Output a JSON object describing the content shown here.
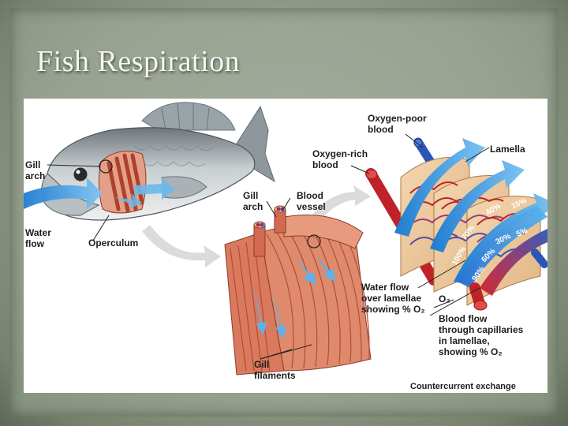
{
  "slide": {
    "title": "Fish Respiration"
  },
  "labels": {
    "gill_arch_left": "Gill\narch",
    "water_flow": "Water\nflow",
    "operculum": "Operculum",
    "gill_arch_mid": "Gill\narch",
    "blood_vessel": "Blood\nvessel",
    "gill_filaments": "Gill\nfilaments",
    "oxygen_poor": "Oxygen-poor\nblood",
    "oxygen_rich": "Oxygen-rich\nblood",
    "lamella": "Lamella",
    "water_flow_lamellae": "Water flow\nover lamellae\nshowing % O₂",
    "blood_flow": "Blood flow\nthrough capillaries\nin lamellae,\nshowing % O₂",
    "o2": "O₂",
    "countercurrent": "Countercurrent exchange"
  },
  "percent_labels": {
    "water": [
      "100%",
      "70%",
      "40%",
      "15%"
    ],
    "blood": [
      "90%",
      "60%",
      "30%",
      "5%"
    ]
  },
  "colors": {
    "water_arrow": "#3f9be0",
    "blood_red": "#d0202a",
    "blood_blue": "#2a56b8",
    "gill_tissue": "#d97a5e"
  }
}
